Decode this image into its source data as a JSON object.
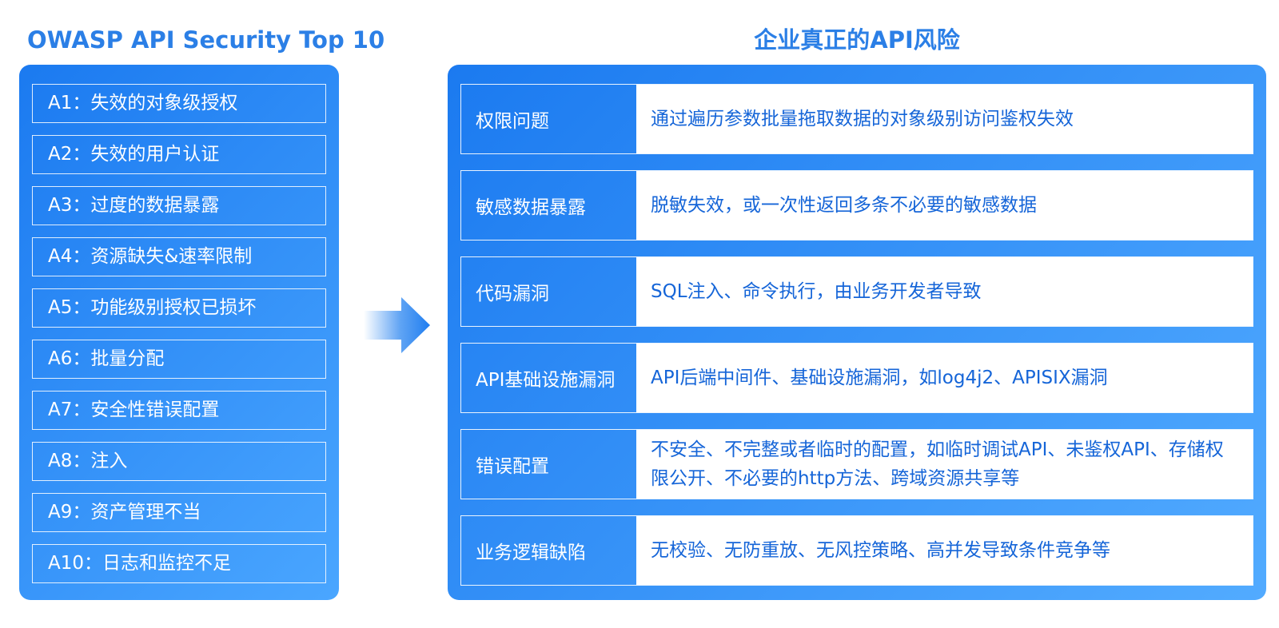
{
  "left": {
    "title": "OWASP API Security Top 10",
    "items": [
      "A1：失效的对象级授权",
      "A2：失效的用户认证",
      "A3：过度的数据暴露",
      "A4：资源缺失&速率限制",
      "A5：功能级别授权已损坏",
      "A6：批量分配",
      "A7：安全性错误配置",
      "A8：注入",
      "A9：资产管理不当",
      "A10：日志和监控不足"
    ]
  },
  "arrow": {
    "icon": "arrow-right-icon"
  },
  "right": {
    "title": "企业真正的API风险",
    "rows": [
      {
        "category": "权限问题",
        "description": "通过遍历参数批量拖取数据的对象级别访问鉴权失效"
      },
      {
        "category": "敏感数据暴露",
        "description": "脱敏失效，或一次性返回多条不必要的敏感数据"
      },
      {
        "category": "代码漏洞",
        "description": "SQL注入、命令执行，由业务开发者导致"
      },
      {
        "category": "API基础设施漏洞",
        "description": "API后端中间件、基础设施漏洞，如log4j2、APISIX漏洞"
      },
      {
        "category": "错误配置",
        "description": "不安全、不完整或者临时的配置，如临时调试API、未鉴权API、存储权限公开、不必要的http方法、跨域资源共享等"
      },
      {
        "category": "业务逻辑缺陷",
        "description": "无校验、无防重放、无风控策略、高并发导致条件竞争等"
      }
    ]
  },
  "colors": {
    "accent": "#2b7fe6",
    "panel_start": "#1b7af0",
    "panel_end": "#4aa6ff",
    "description_text": "#1565d8"
  }
}
